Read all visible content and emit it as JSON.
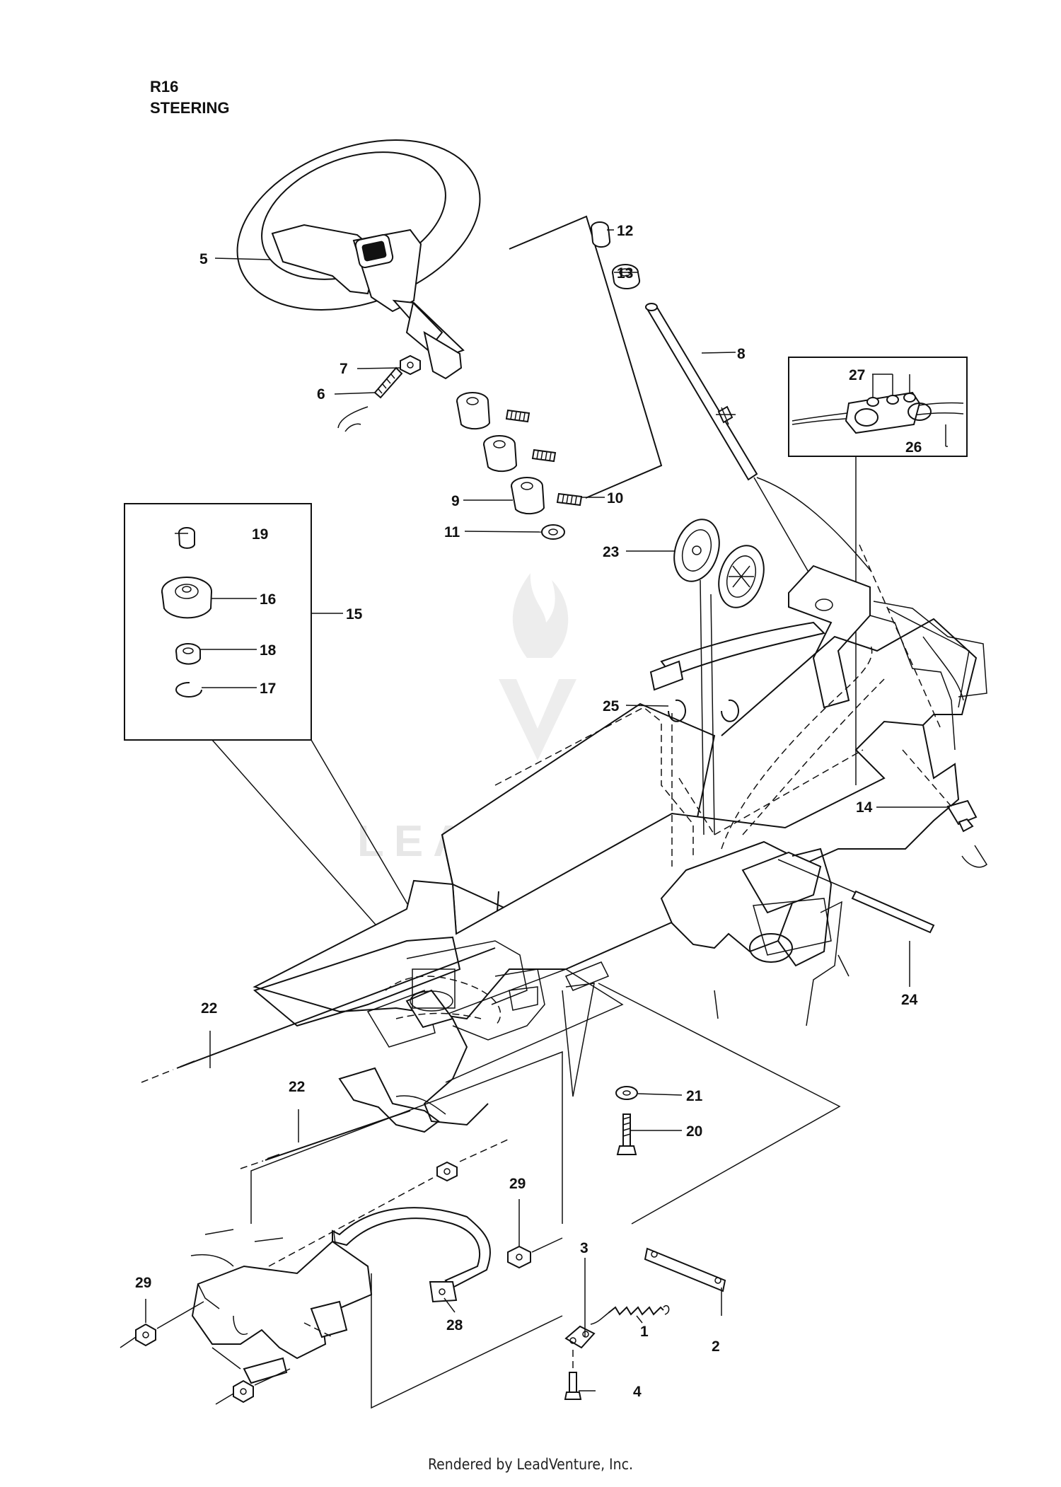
{
  "header": {
    "diagram_code": "R16",
    "diagram_title": "STEERING"
  },
  "watermark": {
    "text": "LEADVENTURE"
  },
  "footer": {
    "text": "Rendered by LeadVenture, Inc."
  },
  "callouts": [
    {
      "id": "c1",
      "label": "1"
    },
    {
      "id": "c2",
      "label": "2"
    },
    {
      "id": "c3",
      "label": "3"
    },
    {
      "id": "c4",
      "label": "4"
    },
    {
      "id": "c5",
      "label": "5"
    },
    {
      "id": "c6",
      "label": "6"
    },
    {
      "id": "c7",
      "label": "7"
    },
    {
      "id": "c8",
      "label": "8"
    },
    {
      "id": "c9",
      "label": "9"
    },
    {
      "id": "c10",
      "label": "10"
    },
    {
      "id": "c11",
      "label": "11"
    },
    {
      "id": "c12",
      "label": "12"
    },
    {
      "id": "c13",
      "label": "13"
    },
    {
      "id": "c14",
      "label": "14"
    },
    {
      "id": "c15",
      "label": "15"
    },
    {
      "id": "c16",
      "label": "16"
    },
    {
      "id": "c17",
      "label": "17"
    },
    {
      "id": "c18",
      "label": "18"
    },
    {
      "id": "c19",
      "label": "19"
    },
    {
      "id": "c20",
      "label": "20"
    },
    {
      "id": "c21",
      "label": "21"
    },
    {
      "id": "c22a",
      "label": "22"
    },
    {
      "id": "c22b",
      "label": "22"
    },
    {
      "id": "c23",
      "label": "23"
    },
    {
      "id": "c24",
      "label": "24"
    },
    {
      "id": "c25",
      "label": "25"
    },
    {
      "id": "c26",
      "label": "26"
    },
    {
      "id": "c27",
      "label": "27"
    },
    {
      "id": "c28",
      "label": "28"
    },
    {
      "id": "c29a",
      "label": "29"
    },
    {
      "id": "c29b",
      "label": "29"
    }
  ]
}
